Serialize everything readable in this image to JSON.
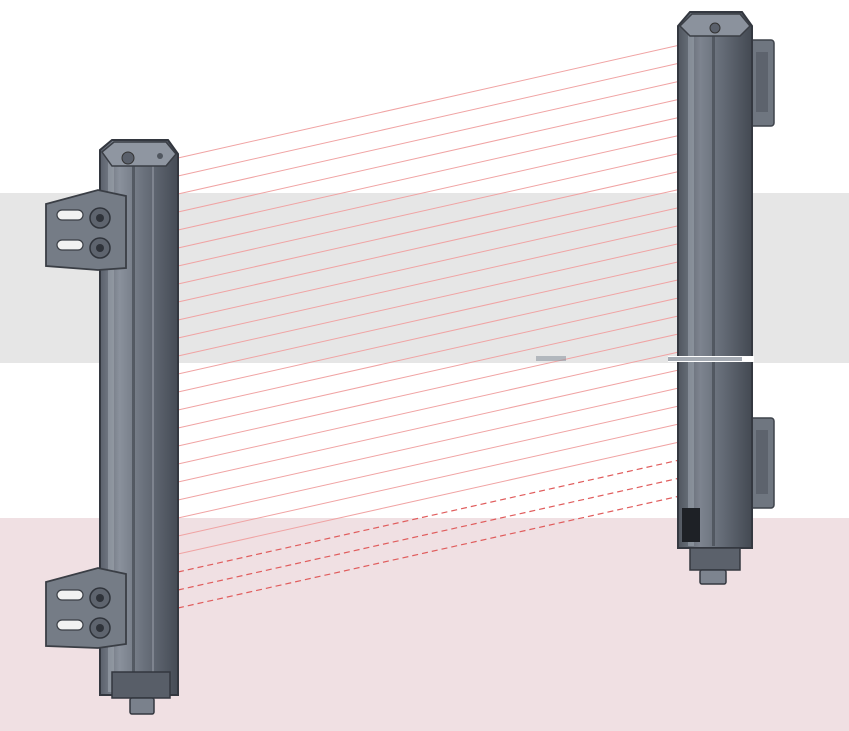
{
  "scene": {
    "subject": "safety-light-curtain",
    "background_bands": [
      {
        "name": "grey-band",
        "color": "#e6e6e6"
      },
      {
        "name": "pink-band",
        "color": "#f0e0e3"
      }
    ],
    "colors": {
      "housing_dark": "#4f5560",
      "housing_mid": "#6b727d",
      "housing_light": "#8e95a0",
      "bracket": "#737a84",
      "beam": "#f0a3a3",
      "beam_dashed": "#e05c5c"
    },
    "beam_count": 26,
    "visible_text": ""
  }
}
